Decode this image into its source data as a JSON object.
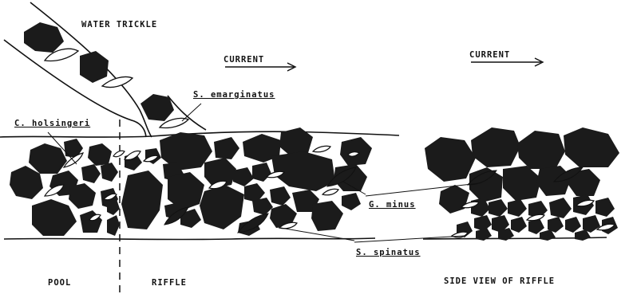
{
  "labels": {
    "water_trickle": "WATER TRICKLE",
    "current_left": "CURRENT",
    "current_right": "CURRENT",
    "s_emarginatus": "S. emarginatus",
    "c_holsingeri": "C. holsingeri",
    "g_minus": "G. minus",
    "s_spinatus": "S. spinatus",
    "pool": "POOL",
    "riffle": "RIFFLE",
    "side_view": "SIDE VIEW OF RIFFLE"
  },
  "colors": {
    "rock": "#1b1b1b",
    "line": "#111111",
    "background": "#ffffff"
  }
}
